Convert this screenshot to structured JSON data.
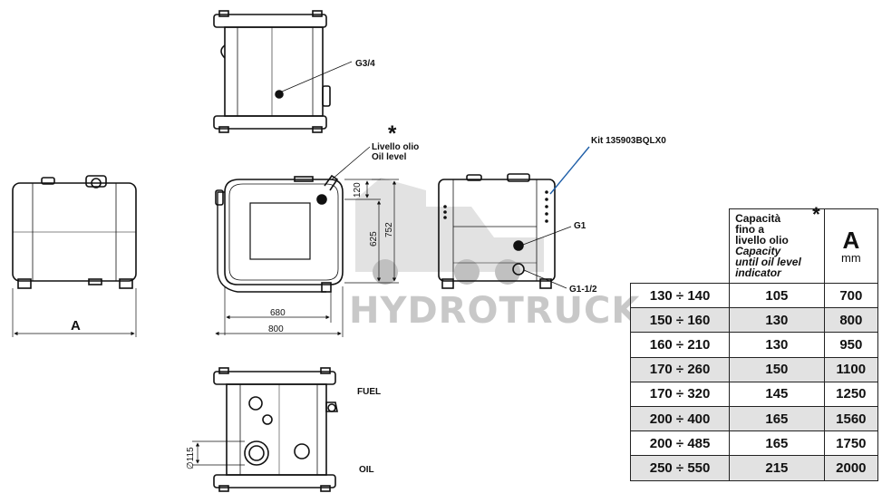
{
  "labels": {
    "g34": "G3/4",
    "livello": "Livello olio",
    "oil_level": "Oil level",
    "kit": "Kit 135903BQLX0",
    "g1": "G1",
    "g112": "G1-1/2",
    "fuel": "FUEL",
    "oil": "OIL",
    "asterisk": "*",
    "a": "A"
  },
  "dimensions": {
    "d120": "120",
    "d625": "625",
    "d752": "752",
    "d680": "680",
    "d800": "800",
    "d115": "∅115"
  },
  "watermark": "HYDROTRUCK",
  "table": {
    "header_capacity_lines": [
      "Capacità",
      "fino a",
      "livello olio"
    ],
    "header_capacity_italic": [
      "Capacity",
      "until oil level",
      "indicator"
    ],
    "header_asterisk": "*",
    "header_a": "A",
    "header_unit": "mm",
    "rows": [
      [
        "130 ÷ 140",
        "105",
        "700"
      ],
      [
        "150 ÷ 160",
        "130",
        "800"
      ],
      [
        "160 ÷ 210",
        "130",
        "950"
      ],
      [
        "170 ÷ 260",
        "150",
        "1100"
      ],
      [
        "170 ÷ 320",
        "145",
        "1250"
      ],
      [
        "200 ÷ 400",
        "165",
        "1560"
      ],
      [
        "200 ÷ 485",
        "165",
        "1750"
      ],
      [
        "250 ÷ 550",
        "215",
        "2000"
      ]
    ]
  },
  "colors": {
    "kit_leader": "#1f5fa8",
    "watermark": "#c8c8c8",
    "row_shade": "#e2e2e2"
  }
}
